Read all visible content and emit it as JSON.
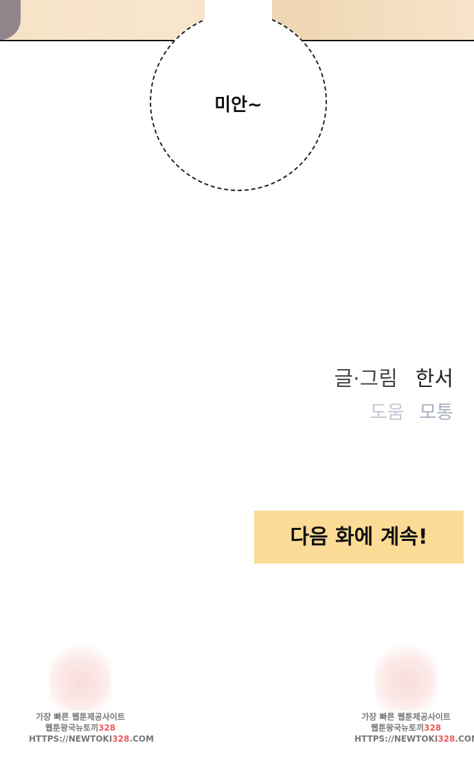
{
  "bubble": {
    "text": "미안~"
  },
  "credits": {
    "story_label": "글·그림",
    "story_name": "한서",
    "assist_label": "도움",
    "assist_name": "모통"
  },
  "next": {
    "label": "다음 화에 계속!"
  },
  "watermark": {
    "line1": "가장 빠른 웹툰제공사이트",
    "line2a": "웹툰왕국뉴토끼",
    "line2b": "328",
    "line3a": "HTTPS://NEWTOKI",
    "line3b": "328",
    ".com": ".COM",
    "line3c": ".COM"
  }
}
